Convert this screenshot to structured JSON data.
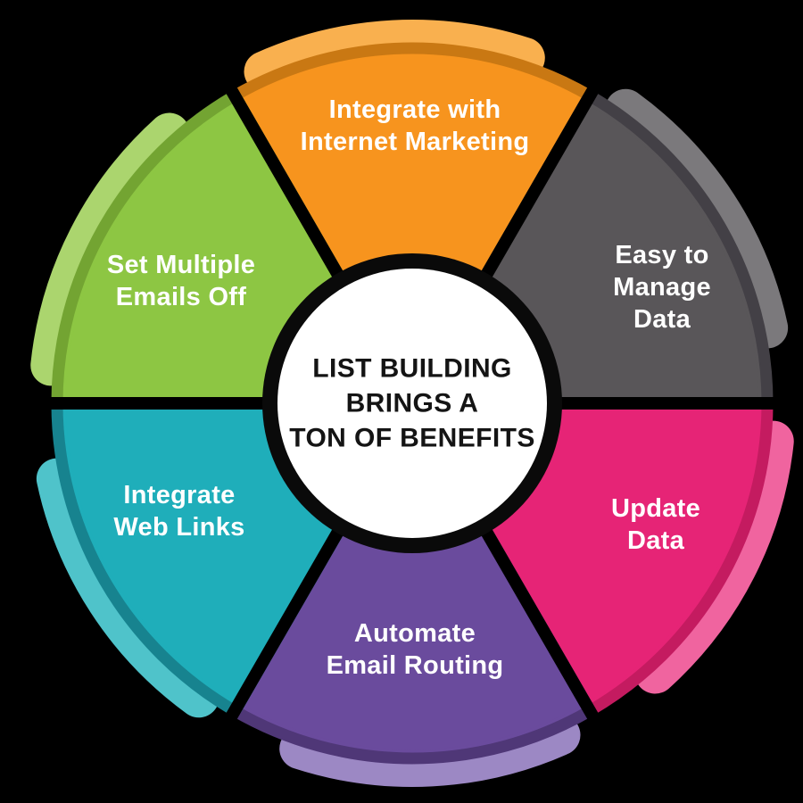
{
  "background": "#000000",
  "center": {
    "title": "LIST BUILDING\nBRINGS A\nTON OF BENEFITS",
    "circle_fill": "#ffffff",
    "ring_color": "#0a0a0a",
    "text_color": "#141414"
  },
  "segments": [
    {
      "id": "integrate-internet-marketing",
      "label": "Integrate with\nInternet Marketing",
      "color": "#F7941E",
      "dark": "#C97813",
      "light": "#F9B04F",
      "text_color": "#FFFFFF"
    },
    {
      "id": "easy-manage-data",
      "label": "Easy to\nManage Data",
      "color": "#595659",
      "dark": "#434046",
      "light": "#7B797C",
      "text_color": "#FFFFFF"
    },
    {
      "id": "update-data",
      "label": "Update Data",
      "color": "#E62476",
      "dark": "#C41B60",
      "light": "#F0649F",
      "text_color": "#FFFFFF"
    },
    {
      "id": "automate-email-routing",
      "label": "Automate\nEmail Routing",
      "color": "#6A4B9D",
      "dark": "#4F3777",
      "light": "#9C88C4",
      "text_color": "#FFFFFF"
    },
    {
      "id": "integrate-web-links",
      "label": "Integrate\nWeb Links",
      "color": "#1FAEBA",
      "dark": "#17838F",
      "light": "#4FC3CA",
      "text_color": "#FFFFFF"
    },
    {
      "id": "set-multiple-emails-off",
      "label": "Set Multiple\nEmails Off",
      "color": "#8DC643",
      "dark": "#73A432",
      "light": "#ABD56E",
      "text_color": "#F4F9EC"
    }
  ]
}
